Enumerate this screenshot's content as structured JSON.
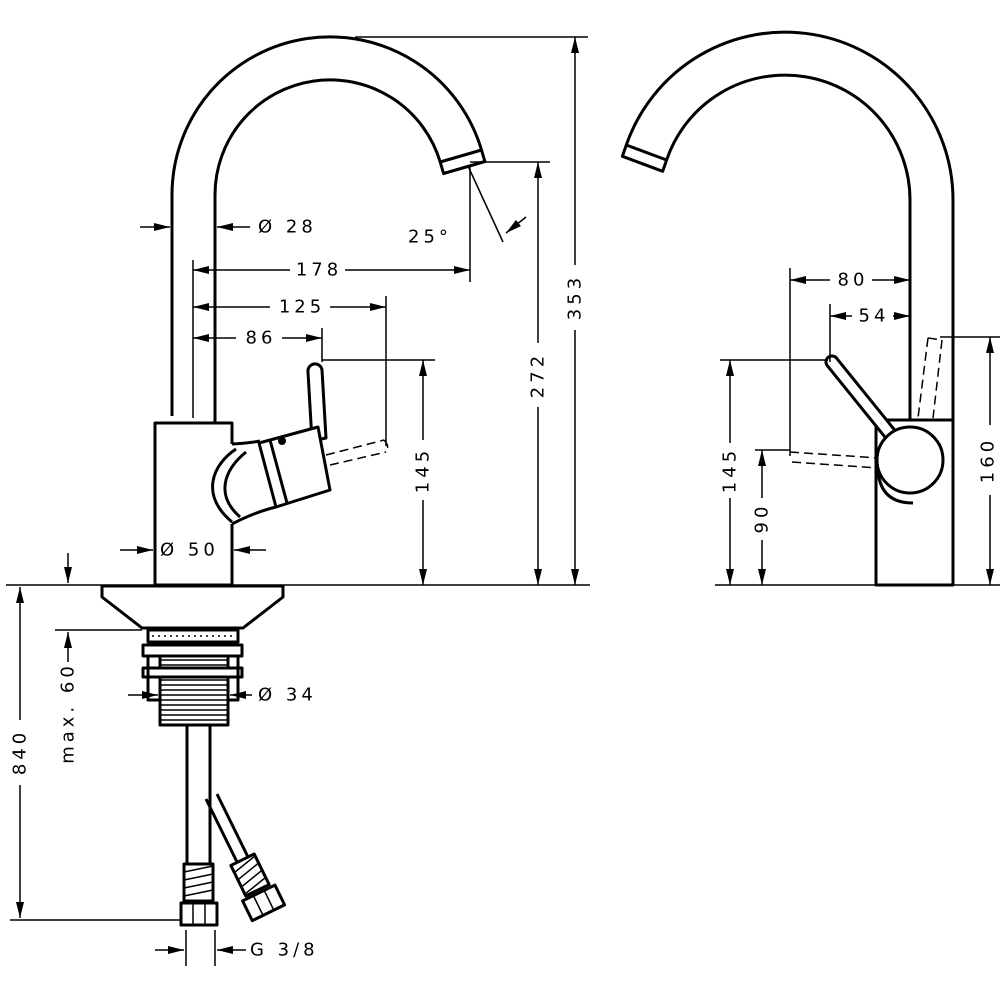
{
  "side_view": {
    "spout_diameter": "Ø 28",
    "spout_angle": "25°",
    "spout_reach": "178",
    "lever_reach_open": "125",
    "lever_reach": "86",
    "lever_height": "145",
    "outlet_height": "272",
    "total_height": "353",
    "body_diameter": "Ø 50",
    "deck_thickness": "max. 60",
    "shank_diameter": "Ø 34",
    "hose_length": "840",
    "connection_thread": "G 3/8"
  },
  "front_view": {
    "lever_offset": "80",
    "lever_offset_inner": "54",
    "lever_height": "145",
    "lever_pivot_height": "90",
    "lever_open_height": "160"
  },
  "colors": {
    "lines": "#000000",
    "background": "#ffffff"
  }
}
